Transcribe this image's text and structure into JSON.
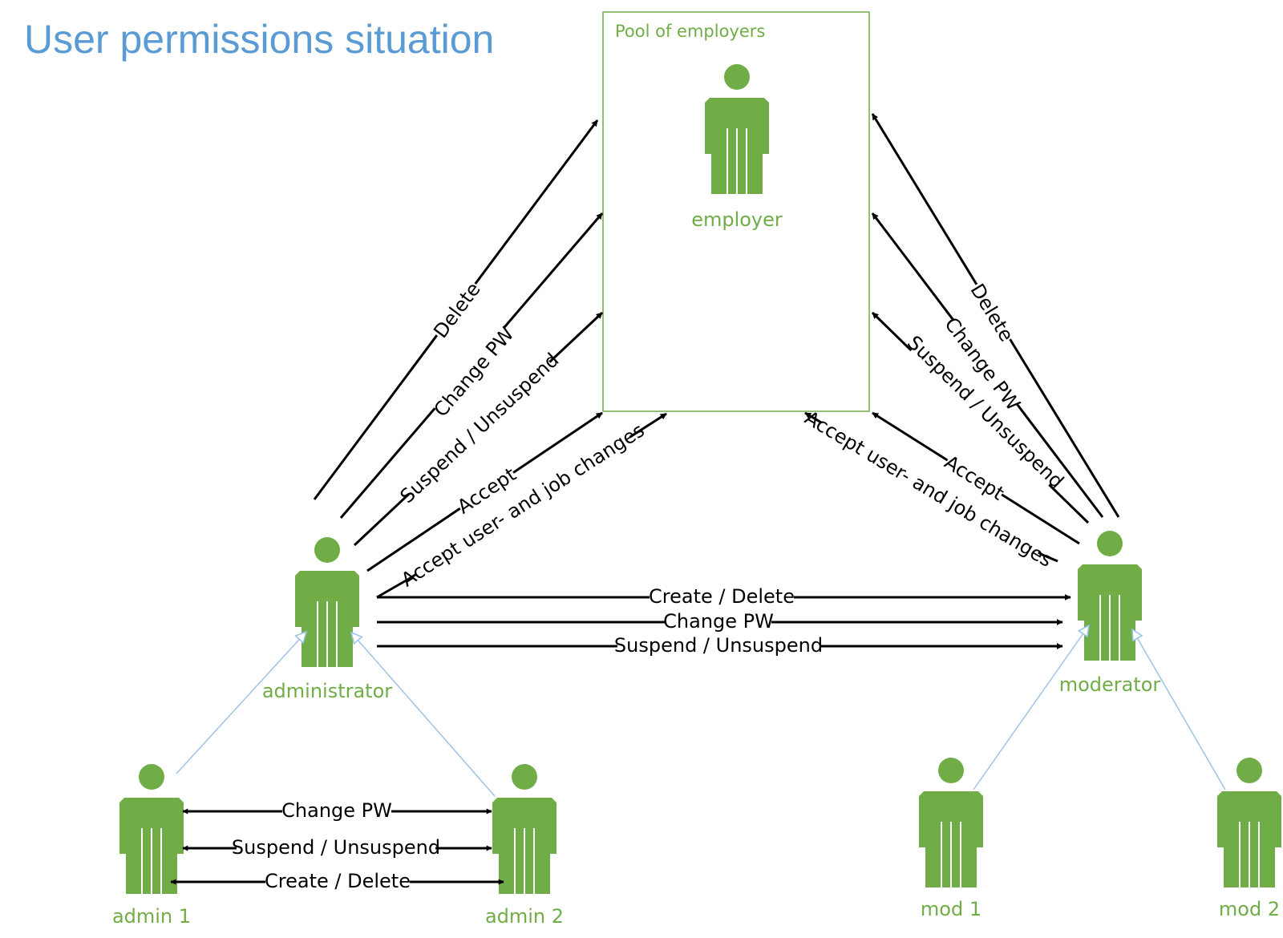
{
  "title": "User permissions situation",
  "colors": {
    "actor": "#70ad47",
    "title": "#5b9bd5",
    "generalization": "#9dc3e6",
    "edge": "#000000"
  },
  "pool": {
    "label": "Pool of employers"
  },
  "actors": {
    "employer": "employer",
    "administrator": "administrator",
    "moderator": "moderator",
    "admin1": "admin 1",
    "admin2": "admin 2",
    "mod1": "mod 1",
    "mod2": "mod 2"
  },
  "edges": {
    "admin_pool": [
      "Delete",
      "Change PW",
      "Suspend / Unsuspend",
      "Accept",
      "Accept user- and job changes"
    ],
    "mod_pool": [
      "Delete",
      "Change PW",
      "Suspend / Unsuspend",
      "Accept",
      "Accept user- and job changes"
    ],
    "admin_mod": [
      "Create / Delete",
      "Change PW",
      "Suspend / Unsuspend"
    ],
    "admin1_admin2": [
      "Change PW",
      "Suspend / Unsuspend",
      "Create / Delete"
    ]
  }
}
